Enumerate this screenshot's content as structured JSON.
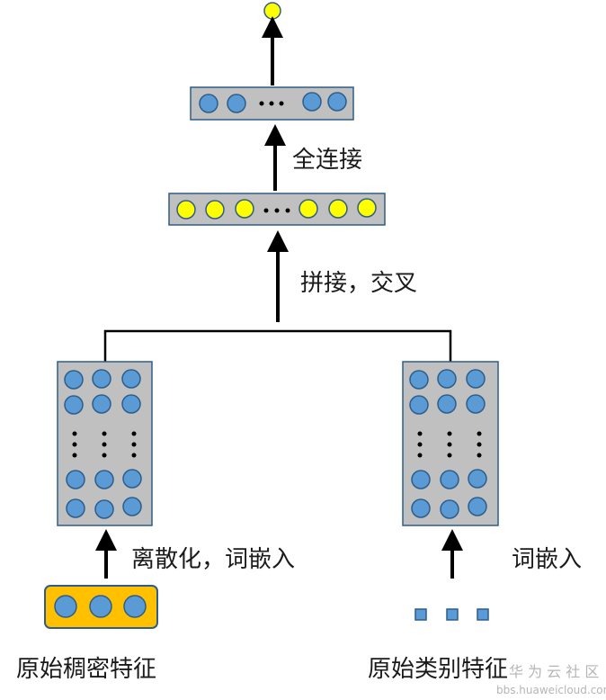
{
  "labels": {
    "fully_connected": "全连接",
    "concat_cross": "拼接，交叉",
    "discretize_embed": "离散化，词嵌入",
    "word_embed": "词嵌入",
    "raw_dense_features": "原始稠密特征",
    "raw_categorical_features": "原始类别特征"
  },
  "watermark": {
    "brand": "华 为 云 社 区",
    "url": "bbs.huaweicloud.com"
  },
  "colors": {
    "blue_node": "#5b9bd5",
    "yellow_node": "#ffff00",
    "box_fill": "#c0c0c0",
    "box_border": "#2e5d8a",
    "dense_feature_box": "#ffc000",
    "arrow": "#000000"
  }
}
